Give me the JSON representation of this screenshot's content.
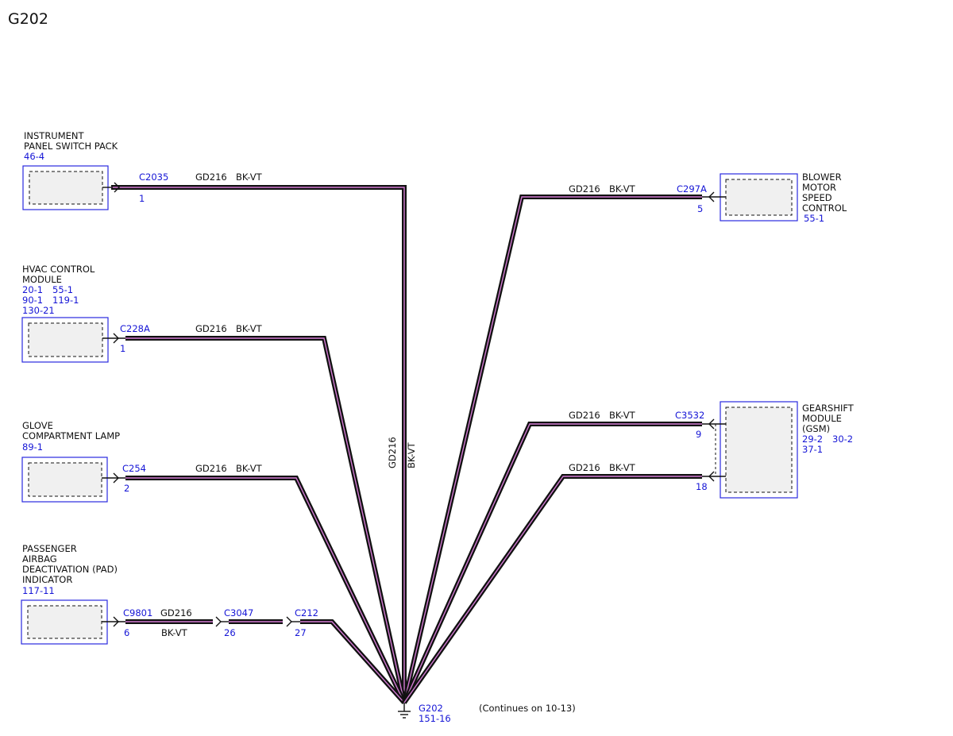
{
  "title": "G202",
  "wire": {
    "circuit": "GD216",
    "color": "BK-VT"
  },
  "components": {
    "instrument_panel": {
      "lines": [
        "INSTRUMENT",
        "PANEL SWITCH PACK"
      ],
      "refs": [
        "46-4"
      ]
    },
    "hvac": {
      "lines": [
        "HVAC CONTROL",
        "MODULE"
      ],
      "refs": [
        "20-1",
        "55-1",
        "90-1",
        "119-1",
        "130-21"
      ]
    },
    "glove": {
      "lines": [
        "GLOVE",
        "COMPARTMENT LAMP"
      ],
      "refs": [
        "89-1"
      ]
    },
    "pad": {
      "lines": [
        "PASSENGER",
        "AIRBAG",
        "DEACTIVATION (PAD)",
        "INDICATOR"
      ],
      "refs": [
        "117-11"
      ]
    },
    "blower": {
      "lines": [
        "BLOWER",
        "MOTOR",
        "SPEED",
        "CONTROL"
      ],
      "refs": [
        "55-1"
      ]
    },
    "gsm": {
      "lines": [
        "GEARSHIFT",
        "MODULE",
        "(GSM)"
      ],
      "refs": [
        "29-2",
        "30-2",
        "37-1"
      ]
    }
  },
  "connectors": {
    "c2035": {
      "id": "C2035",
      "pin": "1"
    },
    "c228a": {
      "id": "C228A",
      "pin": "1"
    },
    "c254": {
      "id": "C254",
      "pin": "2"
    },
    "c9801": {
      "id": "C9801",
      "pin": "6"
    },
    "c3047": {
      "id": "C3047",
      "pin": "26"
    },
    "c212": {
      "id": "C212",
      "pin": "27"
    },
    "c297a": {
      "id": "C297A",
      "pin": "5"
    },
    "c3532": {
      "id": "C3532",
      "pin": "9"
    },
    "c3532_b": {
      "pin": "18"
    }
  },
  "ground": {
    "id": "G202",
    "ref": "151-16",
    "note": "(Continues on 10-13)"
  },
  "colors": {
    "ref_blue": "#1515d6",
    "wire_core": "#111111",
    "wire_stripe": "#d27ad2",
    "box_border": "#2a2ae0"
  }
}
